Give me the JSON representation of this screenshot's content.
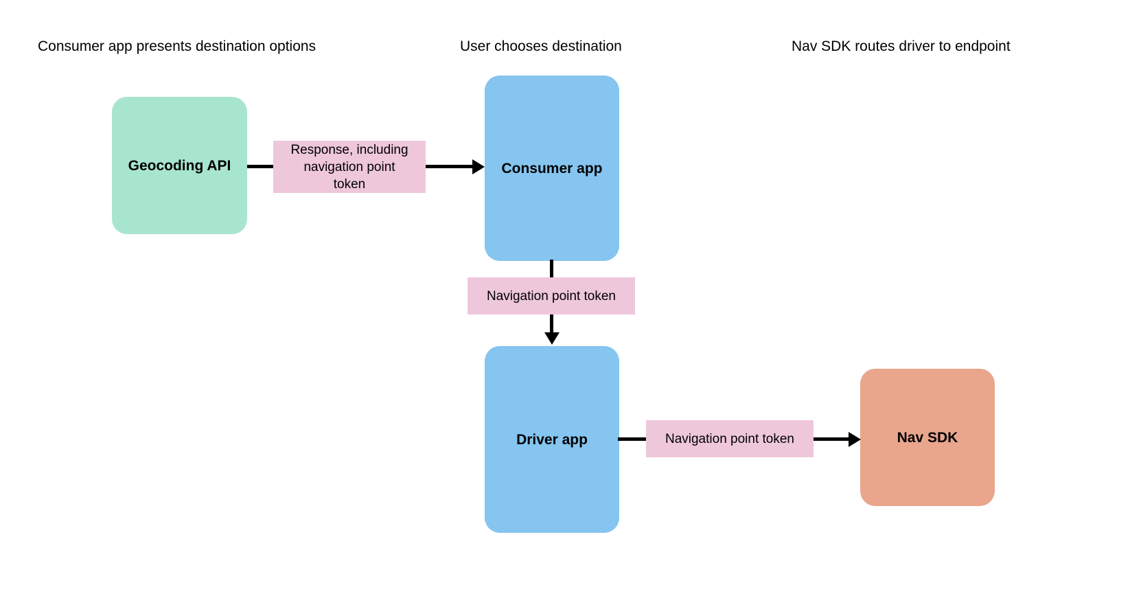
{
  "diagram": {
    "title_row": [
      {
        "id": "col-1",
        "text": "Consumer app presents destination options"
      },
      {
        "id": "col-2",
        "text": "User chooses destination"
      },
      {
        "id": "col-3",
        "text": "Nav SDK routes driver to endpoint"
      }
    ],
    "nodes": [
      {
        "id": "geocoding-api",
        "label": "Geocoding API",
        "color": "#a8e5cf"
      },
      {
        "id": "consumer-app",
        "label": "Consumer app",
        "color": "#85c5f0"
      },
      {
        "id": "driver-app",
        "label": "Driver app",
        "color": "#85c5f0"
      },
      {
        "id": "nav-sdk",
        "label": "Nav SDK",
        "color": "#e9a68d"
      }
    ],
    "edge_labels": [
      {
        "id": "response-token",
        "text": "Response, including\nnavigation point\ntoken",
        "color": "#eec7db"
      },
      {
        "id": "nav-token-consumer-driver",
        "text": "Navigation point token",
        "color": "#eec7db"
      },
      {
        "id": "nav-token-driver-sdk",
        "text": "Navigation point token",
        "color": "#eec7db"
      }
    ],
    "edges": [
      {
        "id": "geocoding-to-consumer",
        "from": "geocoding-api",
        "to": "consumer-app",
        "direction": "right"
      },
      {
        "id": "consumer-to-driver",
        "from": "consumer-app",
        "to": "driver-app",
        "direction": "down"
      },
      {
        "id": "driver-to-navsdk",
        "from": "driver-app",
        "to": "nav-sdk",
        "direction": "right"
      }
    ],
    "colors": {
      "background": "#ffffff",
      "connector": "#000000",
      "text": "#000000",
      "green": "#a8e5cf",
      "blue": "#85c5f0",
      "salmon": "#e9a68d",
      "pink": "#eec7db"
    }
  }
}
